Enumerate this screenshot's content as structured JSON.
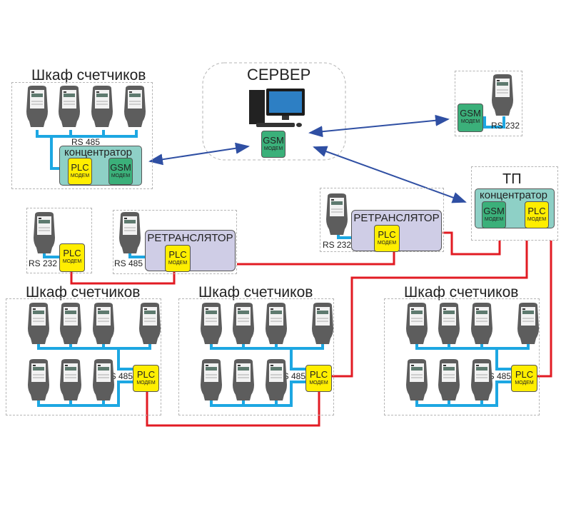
{
  "colors": {
    "rs_line": "#1da7e2",
    "plc_line": "#e21b23",
    "gsm_arrow": "#2f4fa3",
    "plc_modem": "#ffee00",
    "gsm_modem": "#3bb07a",
    "concentrator": "#8ed0c6",
    "repeater": "#cfcde6",
    "meter_body": "#5d5d5d"
  },
  "server": {
    "title": "СЕРВЕР",
    "modem": {
      "type": "GSM",
      "sub": "МОДЕМ"
    }
  },
  "cabinet_top": {
    "title": "Шкаф счетчиков",
    "bus_label": "RS 485",
    "concentrator": {
      "title": "концентратор",
      "modems": [
        {
          "type": "PLC",
          "sub": "МОДЕМ"
        },
        {
          "type": "GSM",
          "sub": "МОДЕМ"
        }
      ]
    }
  },
  "single_gsm": {
    "modem": {
      "type": "GSM",
      "sub": "МОДЕМ"
    },
    "bus_label": "RS 232"
  },
  "tp": {
    "title": "ТП",
    "concentrator": {
      "title": "концентратор",
      "modems": [
        {
          "type": "GSM",
          "sub": "МОДЕМ"
        },
        {
          "type": "PLC",
          "sub": "МОДЕМ"
        }
      ]
    }
  },
  "single_plc": {
    "modem": {
      "type": "PLC",
      "sub": "МОДЕМ"
    },
    "bus_label": "RS 232"
  },
  "repeater_left": {
    "title": "РЕТРАНСЛЯТОР",
    "modem": {
      "type": "PLC",
      "sub": "МОДЕМ"
    },
    "bus_label": "RS 485"
  },
  "repeater_right": {
    "title": "РЕТРАНСЛЯТОР",
    "modem": {
      "type": "PLC",
      "sub": "МОДЕМ"
    },
    "bus_label": "RS 232"
  },
  "cabinets_bottom": [
    {
      "title": "Шкаф счетчиков",
      "bus_label": "RS 485",
      "modem": {
        "type": "PLC",
        "sub": "МОДЕМ"
      }
    },
    {
      "title": "Шкаф счетчиков",
      "bus_label": "RS 485",
      "modem": {
        "type": "PLC",
        "sub": "МОДЕМ"
      }
    },
    {
      "title": "Шкаф счетчиков",
      "bus_label": "RS 485",
      "modem": {
        "type": "PLC",
        "sub": "МОДЕМ"
      }
    }
  ]
}
